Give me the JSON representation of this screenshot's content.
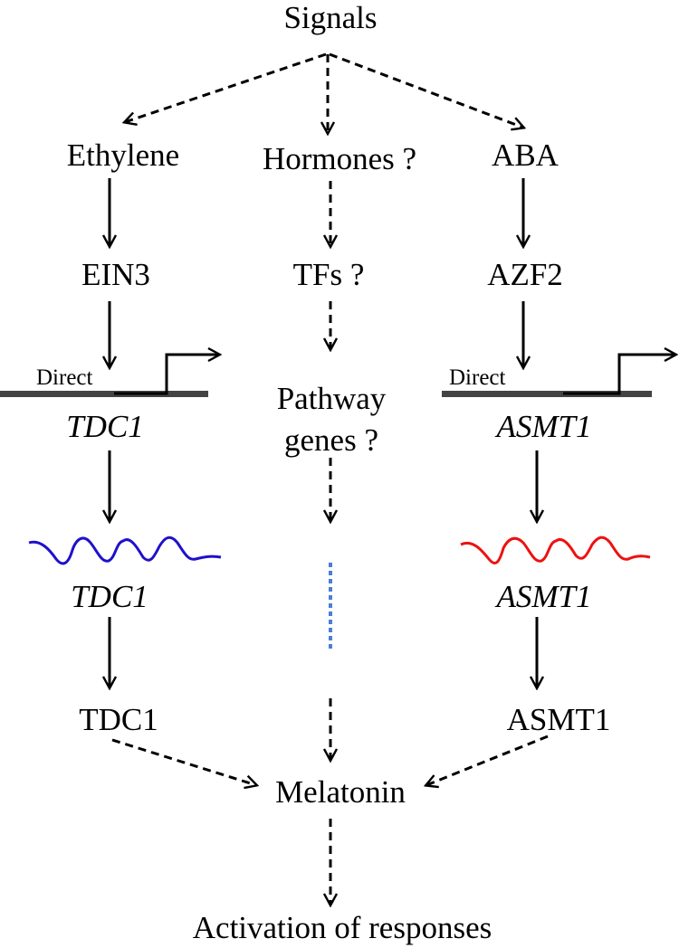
{
  "nodes": {
    "signals": "Signals",
    "ethylene": "Ethylene",
    "hormones": "Hormones ?",
    "aba": "ABA",
    "ein3": "EIN3",
    "tfs": "TFs ?",
    "azf2": "AZF2",
    "direct_left": "Direct",
    "direct_right": "Direct",
    "pathway_genes": "Pathway genes ?",
    "tdc1_gene": "TDC1",
    "asmt1_gene": "ASMT1",
    "tdc1_mrna": "TDC1",
    "asmt1_mrna": "ASMT1",
    "tdc1_protein": "TDC1",
    "asmt1_protein": "ASMT1",
    "melatonin": "Melatonin",
    "activation": "Activation of responses"
  },
  "colors": {
    "tdc1_mrna_wave": "#1f10cc",
    "asmt1_mrna_wave": "#ee1111",
    "unknown_steps": "#4a7fd4",
    "gene_bar": "#444444"
  }
}
